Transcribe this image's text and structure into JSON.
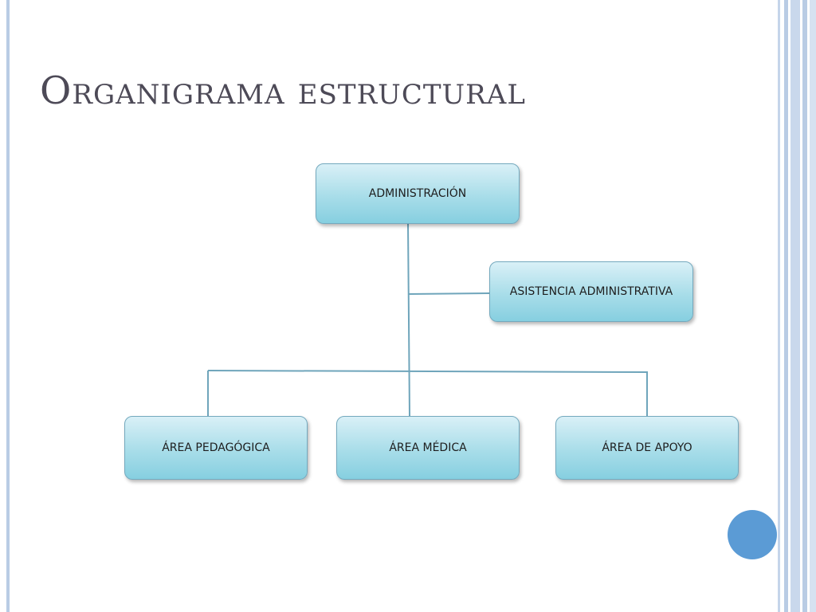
{
  "slide": {
    "title": "Organigrama estructural"
  },
  "org_chart": {
    "root": "ADMINISTRACIÓN",
    "assistant": "ASISTENCIA ADMINISTRATIVA",
    "departments": [
      "ÁREA PEDAGÓGICA",
      "ÁREA MÉDICA",
      "ÁREA DE APOYO"
    ]
  },
  "colors": {
    "box_fill": "#a8dde9",
    "box_border": "#74a9be",
    "connector": "#6fa5bb",
    "title_text": "#4d4a57",
    "accent_circle": "#5b9bd5"
  }
}
